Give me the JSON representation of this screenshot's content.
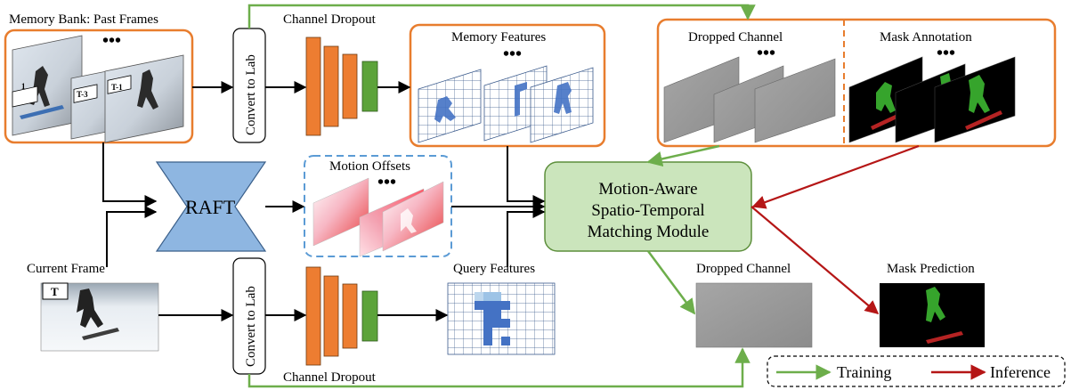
{
  "memory_bank": {
    "title": "Memory Bank: Past Frames",
    "frame_tags": [
      "1",
      "T-3",
      "T-1"
    ],
    "ellipsis": "•••"
  },
  "current_frame": {
    "title": "Current Frame",
    "tag": "T"
  },
  "convert_to_lab": "Convert to Lab",
  "channel_dropout": "Channel Dropout",
  "memory_features": {
    "title": "Memory Features",
    "ellipsis": "•••"
  },
  "query_features": {
    "title": "Query Features"
  },
  "raft": "RAFT",
  "motion_offsets": {
    "title": "Motion Offsets",
    "ellipsis": "•••"
  },
  "dropped_channel": "Dropped Channel",
  "mask_annotation": "Mask Annotation",
  "module": {
    "line1": "Motion-Aware",
    "line2": "Spatio-Temporal",
    "line3": "Matching Module"
  },
  "mask_prediction": "Mask Prediction",
  "legend": {
    "training": "Training",
    "inference": "Inference"
  },
  "colors": {
    "orange": "#E87D2E",
    "green_arrow": "#6DAE4B",
    "red_arrow": "#B51616",
    "module_fill": "#CBE5BC",
    "module_stroke": "#5D8F3C",
    "raft_fill": "#8EB6E1",
    "cnn_orange": "#ED7D31",
    "cnn_green": "#5CA33A",
    "grid_blue": "#4472C4",
    "dashed_blue": "#5B9BD5"
  }
}
